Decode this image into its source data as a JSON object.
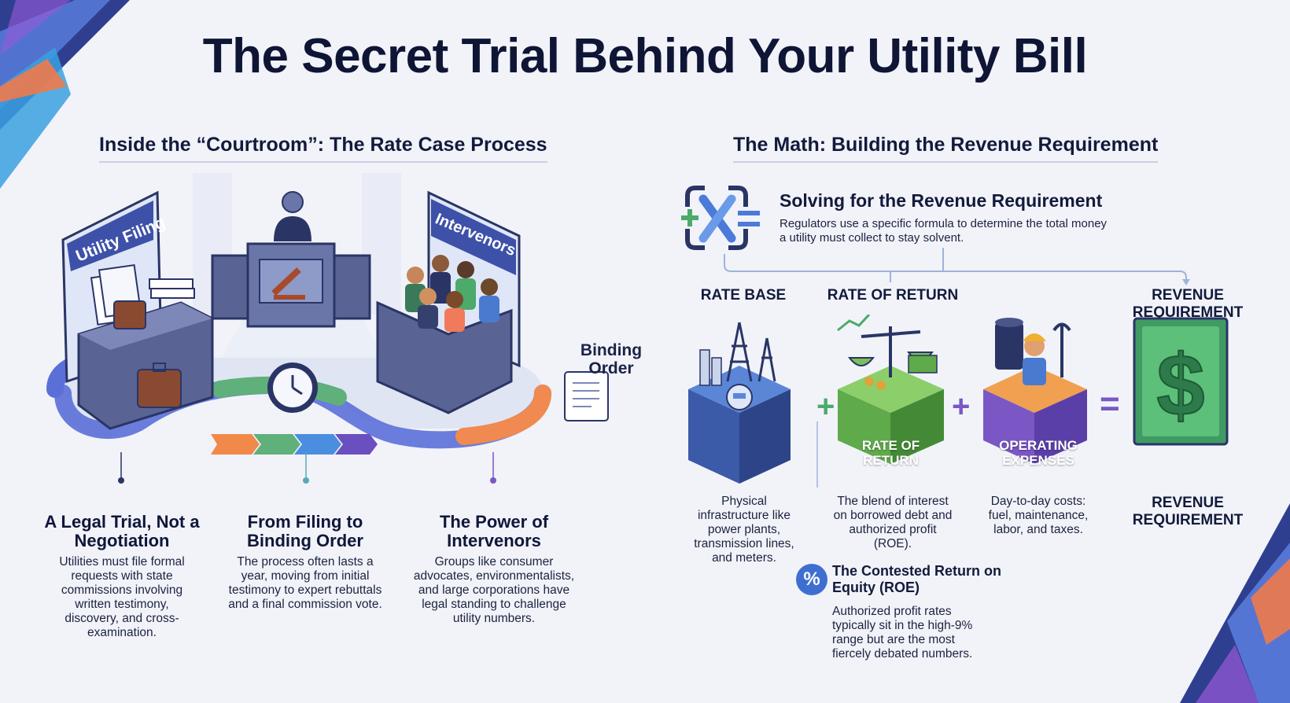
{
  "title": "The Secret Trial Behind Your Utility Bill",
  "left": {
    "heading": "Inside the “Courtroom”: The Rate Case Process",
    "signs": {
      "utility": "Utility Filing",
      "intervenors": "Intervenors"
    },
    "binding_order": "Binding Order",
    "columns": [
      {
        "title": "A Legal Trial, Not a Negotiation",
        "text": "Utilities must file formal requests with state commissions involving written testimony, discovery, and cross-examination."
      },
      {
        "title": "From Filing to Binding Order",
        "text": "The process often lasts a year, moving from initial testimony to expert rebuttals and a final commission vote."
      },
      {
        "title": "The Power of Intervenors",
        "text": "Groups like consumer advocates, environmentalists, and large corporations have legal standing to challenge utility numbers."
      }
    ]
  },
  "right": {
    "heading": "The Math: Building the Revenue Requirement",
    "formula": {
      "title": "Solving for the Revenue Requirement",
      "text": "Regulators use a specific formula to determine the total money a utility must collect to stay solvent."
    },
    "terms": [
      {
        "label": "RATE BASE",
        "desc": "Physical infrastructure like power plants, transmission lines, and meters."
      },
      {
        "label": "RATE OF RETURN",
        "cube_label": "RATE OF RETURN",
        "desc": "The blend of interest on borrowed debt and authorized profit (ROE)."
      },
      {
        "cube_label": "OPERATING EXPENSES",
        "desc": "Day-to-day costs: fuel, maintenance, labor, and taxes."
      },
      {
        "label": "REVENUE REQUIREMENT",
        "bottom_label": "REVENUE REQUIREMENT"
      }
    ],
    "operators": {
      "plus": "+",
      "equals": "="
    },
    "roe": {
      "icon": "%",
      "title": "The Contested Return on Equity (ROE)",
      "text": "Authorized profit rates typically sit in the high-9% range but are the most fiercely debated numbers."
    }
  },
  "colors": {
    "navy": "#0f1535",
    "rate_base": "#3b6fc0",
    "rate_of_return": "#5faa4a",
    "operating_expenses": "#e0823a",
    "revenue": "#3f9a63",
    "accent_purple": "#7a57c4"
  }
}
